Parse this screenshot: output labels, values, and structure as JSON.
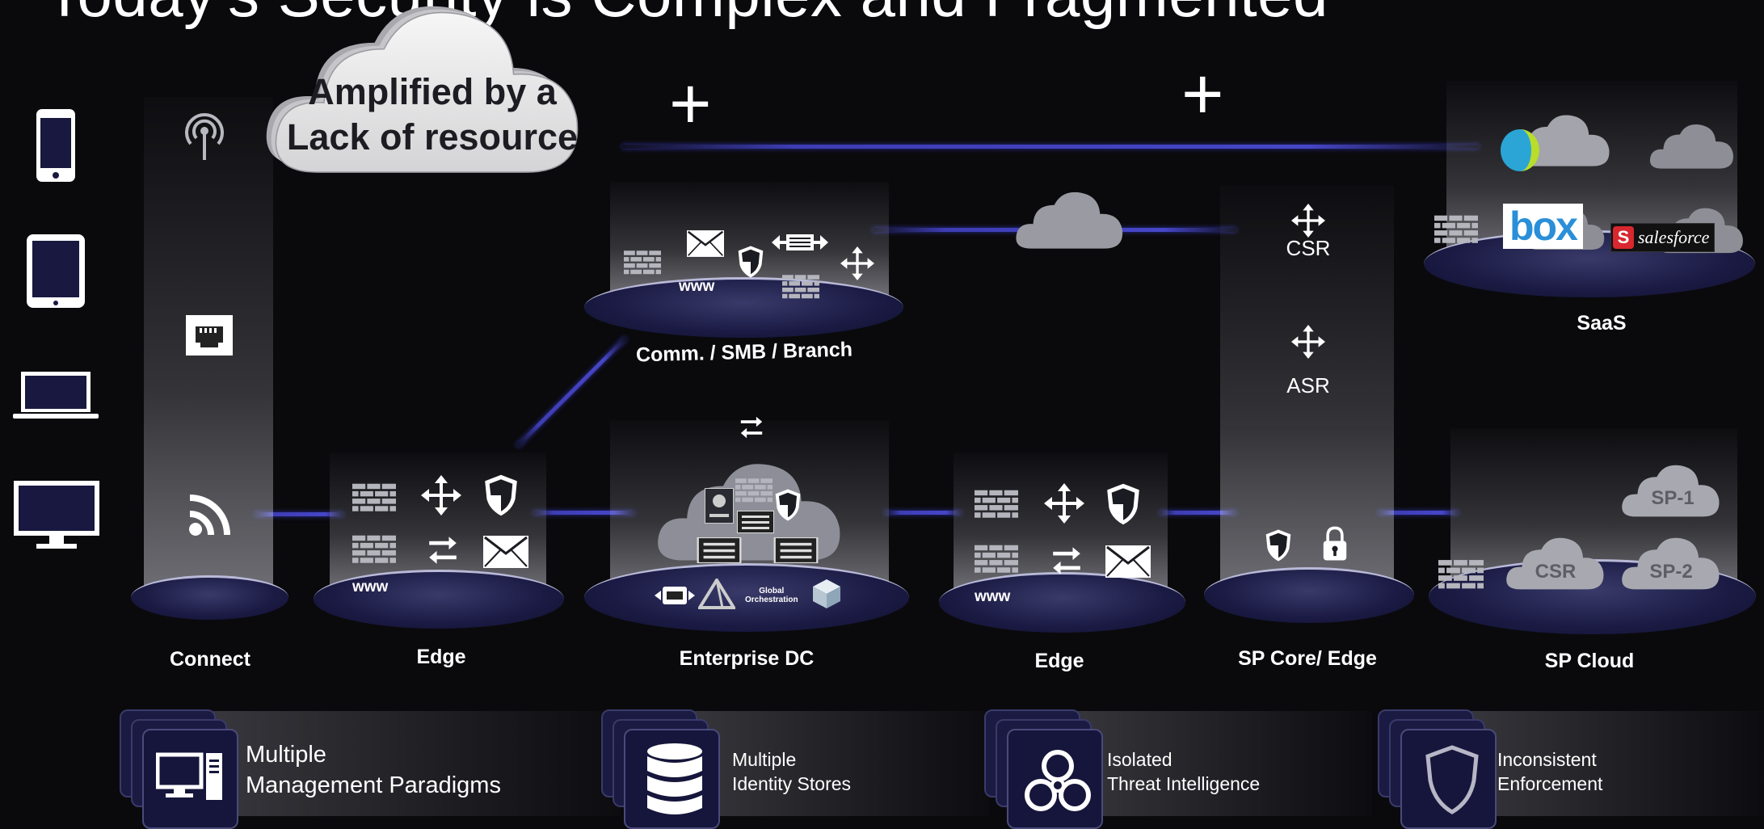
{
  "title": "Today's Security is Complex and Fragmented",
  "callout": {
    "line1": "Amplified by a",
    "line2": "Lack of resource"
  },
  "plus_sign": "+",
  "zones": {
    "connect": "Connect",
    "edge_left": "Edge",
    "branch": "Comm. / SMB / Branch",
    "enterprise_dc": "Enterprise DC",
    "edge_right": "Edge",
    "sp_core": "SP Core/ Edge",
    "saas": "SaaS",
    "sp_cloud": "SP Cloud"
  },
  "www": "www",
  "dc_orchestration": "Global\nOrchestration",
  "sp_core_labels": {
    "csr": "CSR",
    "asr": "ASR"
  },
  "sp_cloud_labels": {
    "sp1": "SP-1",
    "csr": "CSR",
    "sp2": "SP-2"
  },
  "saas_logos": {
    "box": "box",
    "salesforce": "salesforce"
  },
  "devices": [
    "smartphone-icon",
    "tablet-icon",
    "laptop-icon",
    "monitor-icon"
  ],
  "challenges": [
    {
      "line1": "Multiple",
      "line2": "Management Paradigms",
      "icon": "computer-icon"
    },
    {
      "line1": "Multiple",
      "line2": "Identity Stores",
      "icon": "database-icon"
    },
    {
      "line1": "Isolated",
      "line2": "Threat  Intelligence",
      "icon": "biohazard-icon"
    },
    {
      "line1": "Inconsistent",
      "line2": "Enforcement",
      "icon": "shield-icon"
    }
  ],
  "colors": {
    "background": "#0a0a0d",
    "disc": "#1a1a44",
    "link": "#4646c8",
    "card": "#16163c"
  }
}
